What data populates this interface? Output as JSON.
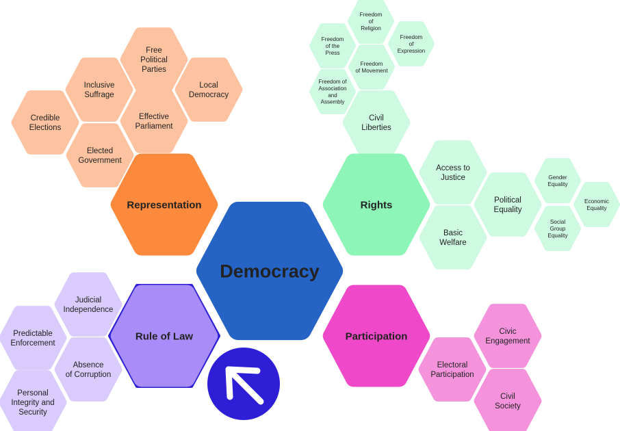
{
  "center": {
    "label": "Democracy",
    "color": "#2563c4",
    "text_color": "#ffffff"
  },
  "pillars": [
    {
      "id": "representation",
      "label": "Representation",
      "color": "#fb8a3c",
      "leaf_color": "#fdc3a0",
      "children": [
        "Free\nPolitical\nParties",
        "Inclusive\nSuffrage",
        "Local\nDemocracy",
        "Credible\nElections",
        "Effective\nParliament",
        "Elected\nGovernment"
      ]
    },
    {
      "id": "rights",
      "label": "Rights",
      "color": "#8df5b8",
      "leaf_color": "#cffae2",
      "children": [
        "Freedom\nof\nReligion",
        "Freedom\nof the\nPress",
        "Freedom\nof\nExpression",
        "Freedom\nof Movement",
        "Freedom of\nAssociation\nand\nAssembly",
        "Civil\nLiberties",
        "Access to\nJustice",
        "Political\nEquality",
        "Basic\nWelfare",
        "Gender\nEquality",
        "Economic\nEquality",
        "Social\nGroup\nEquality"
      ]
    },
    {
      "id": "rule-of-law",
      "label": "Rule of Law",
      "color": "#a88cf7",
      "leaf_color": "#d9cbfb",
      "border_color": "#2e1fd6",
      "children": [
        "Judicial\nIndependence",
        "Predictable\nEnforcement",
        "Absence\nof Corruption",
        "Personal\nIntegrity and\nSecurity"
      ]
    },
    {
      "id": "participation",
      "label": "Participation",
      "color": "#ef48c8",
      "leaf_color": "#f493dc",
      "children": [
        "Civic\nEngagement",
        "Electoral\nParticipation",
        "Civil\nSociety"
      ]
    }
  ],
  "logo": {
    "name": "arrow-logo-icon",
    "color": "#2e1fd6"
  }
}
